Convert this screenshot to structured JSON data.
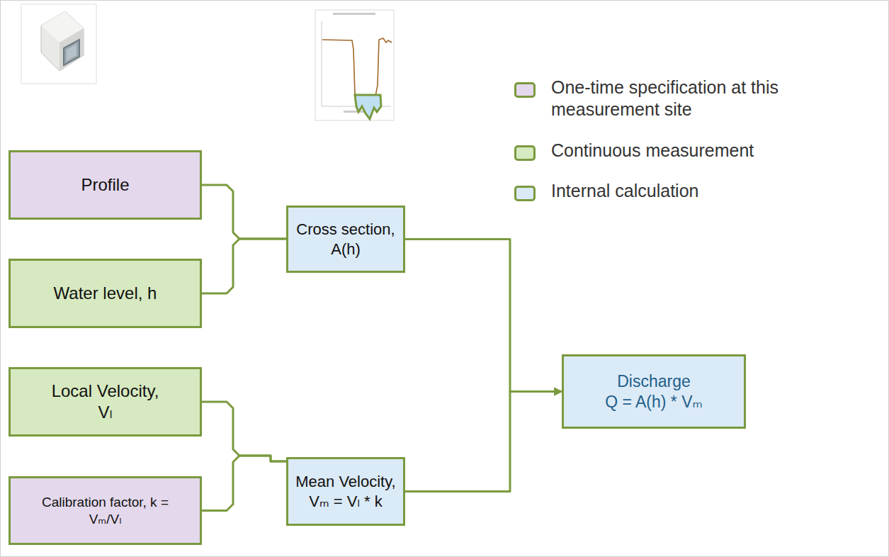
{
  "diagram": {
    "nodes": [
      {
        "text": [
          "Profile"
        ]
      },
      {
        "text": [
          "Water level, h"
        ]
      },
      {
        "text": [
          "Local Velocity, Vₗ"
        ]
      },
      {
        "text": [
          "Calibration factor, k = Vₘ/Vₗ"
        ]
      },
      {
        "text": [
          "Cross section, A(h)"
        ]
      },
      {
        "text": [
          "Mean Velocity, Vₘ = Vₗ * k"
        ]
      },
      {
        "text": [
          "Discharge",
          "Q = A(h) * Vₘ"
        ]
      }
    ],
    "edges": [
      {
        "from": 0,
        "to": 4,
        "arrow": "none"
      },
      {
        "from": 1,
        "to": 4,
        "arrow": "none"
      },
      {
        "from": 2,
        "to": 5,
        "arrow": "none"
      },
      {
        "from": 3,
        "to": 5,
        "arrow": "none"
      },
      {
        "from": 4,
        "to": 6,
        "arrow": "to"
      },
      {
        "from": 5,
        "to": 6,
        "arrow": "to"
      }
    ],
    "legend": [
      {
        "text": "One-time specification at this measurement site",
        "color": "#e4d8ec"
      },
      {
        "text": "Continuous measurement",
        "color": "#d7e9c0"
      },
      {
        "text": "Internal calculation",
        "color": "#dbeaf7"
      }
    ]
  }
}
